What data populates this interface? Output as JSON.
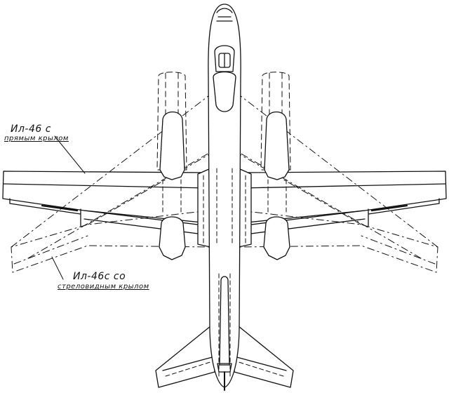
{
  "labels": {
    "straight_wing_title": "Ил-46 с",
    "straight_wing_sub": "прямым крылом",
    "swept_wing_title": "Ил-46с со",
    "swept_wing_sub": "стреловидным крылом"
  },
  "colors": {
    "ink": "#111111",
    "paper": "#ffffff"
  }
}
